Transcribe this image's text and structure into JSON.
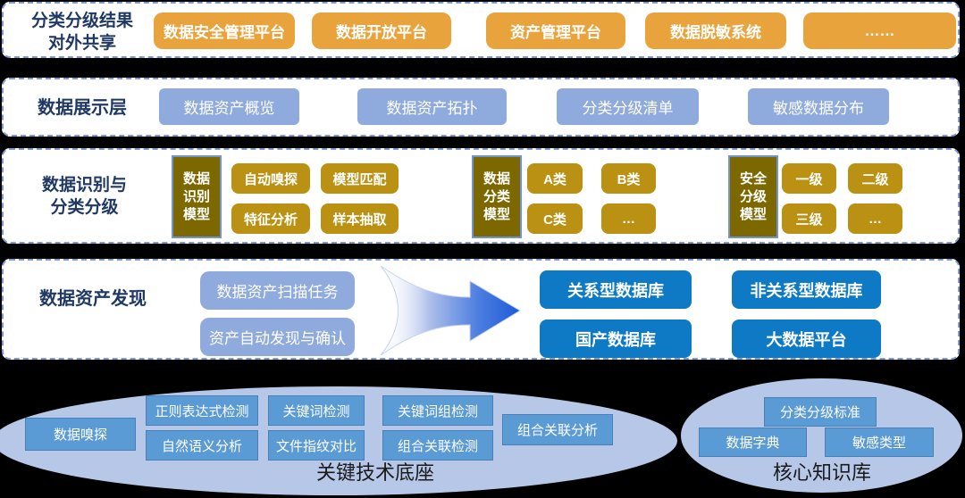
{
  "colors": {
    "background": "#000000",
    "panel": "#ffffff",
    "dashed_border": "#7b9bd2",
    "label_navy": "#1f3864",
    "orange": "#e8a33c",
    "periwinkle": "#8faadc",
    "dark_gold": "#7d6800",
    "gold": "#ba9112",
    "bright_blue": "#0e7ac6",
    "ellipse_fill": "#b7c7e8",
    "tech_blue": "#5b9bd5",
    "arrow_blue": "#1d5bd8"
  },
  "layer_share": {
    "label": "分类分级结果\n对外共享",
    "platforms": [
      "数据安全管理平台",
      "数据开放平台",
      "资产管理平台",
      "数据脱敏系统",
      "……"
    ]
  },
  "layer_display": {
    "label": "数据展示层",
    "panels": [
      "数据资产概览",
      "数据资产拓扑",
      "分类分级清单",
      "敏感数据分布"
    ]
  },
  "layer_identify": {
    "label": "数据识别与\n分类分级",
    "groups": [
      {
        "model": "数据\n识别\n模型",
        "items": [
          "自动嗅探",
          "模型匹配",
          "特征分析",
          "样本抽取"
        ]
      },
      {
        "model": "数据\n分类\n模型",
        "items": [
          "A类",
          "B类",
          "C类",
          "…"
        ]
      },
      {
        "model": "安全\n分级\n模型",
        "items": [
          "一级",
          "二级",
          "三级",
          "…"
        ]
      }
    ]
  },
  "layer_discovery": {
    "label": "数据资产发现",
    "tasks": [
      "数据资产扫描任务",
      "资产自动发现与确认"
    ],
    "targets": [
      "关系型数据库",
      "非关系型数据库",
      "国产数据库",
      "大数据平台"
    ]
  },
  "foundation": {
    "caption": "关键技术底座",
    "items": [
      "数据嗅探",
      "正则表达式检测",
      "关键词检测",
      "关键词组检测",
      "自然语义分析",
      "文件指纹对比",
      "组合关联检测",
      "组合关联分析"
    ]
  },
  "knowledge": {
    "caption": "核心知识库",
    "items": [
      "分类分级标准",
      "数据字典",
      "敏感类型"
    ]
  }
}
